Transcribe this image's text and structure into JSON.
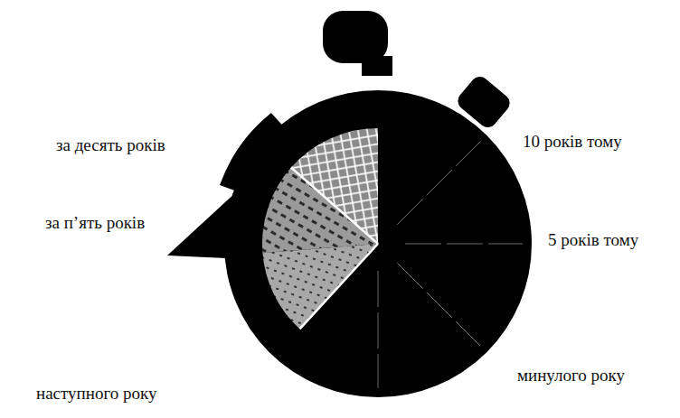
{
  "diagram": {
    "labels": [
      "за десять років",
      "10 років тому",
      "за п’ять років",
      "5 років тому",
      "наступного року",
      "минулого року"
    ]
  }
}
